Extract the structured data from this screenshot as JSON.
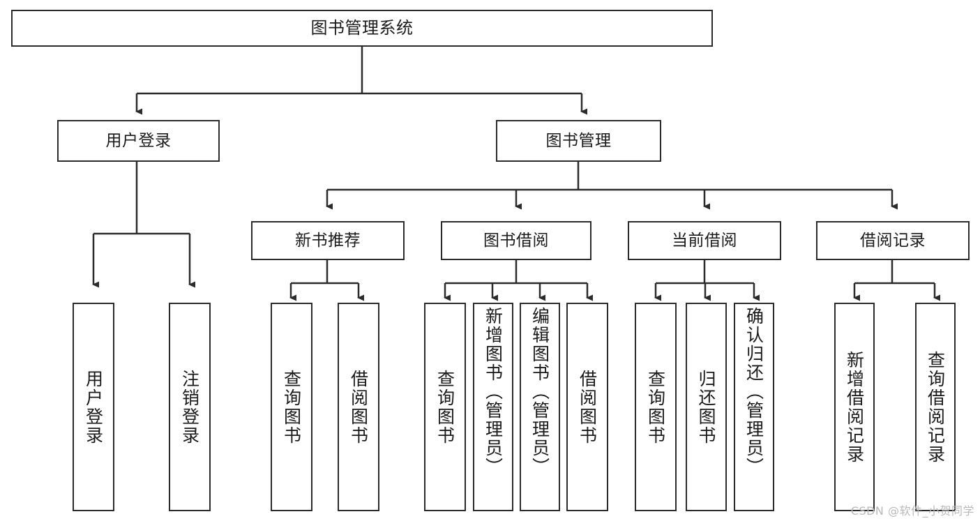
{
  "diagram": {
    "title": "图书管理系统",
    "watermark": "CSDN @软件_小贺同学",
    "root": {
      "label": "图书管理系统"
    },
    "level1": [
      {
        "label": "用户登录"
      },
      {
        "label": "图书管理"
      }
    ],
    "level2": [
      {
        "label": "新书推荐"
      },
      {
        "label": "图书借阅"
      },
      {
        "label": "当前借阅"
      },
      {
        "label": "借阅记录"
      }
    ],
    "leaves": {
      "user_login": [
        {
          "label": "用户登录"
        },
        {
          "label": "注销登录"
        }
      ],
      "new_book_recommend": [
        {
          "label": "查询图书"
        },
        {
          "label": "借阅图书"
        }
      ],
      "book_borrow": [
        {
          "label": "查询图书"
        },
        {
          "label": "新增图书（管理员）"
        },
        {
          "label": "编辑图书（管理员）"
        },
        {
          "label": "借阅图书"
        }
      ],
      "current_borrow": [
        {
          "label": "查询图书"
        },
        {
          "label": "归还图书"
        },
        {
          "label": "确认归还（管理员）"
        }
      ],
      "borrow_record": [
        {
          "label": "新增借阅记录"
        },
        {
          "label": "查询借阅记录"
        }
      ]
    },
    "colors": {
      "stroke": "#2b2b2b",
      "fill": "#ffffff",
      "text": "#1a1a1a",
      "watermark": "#b9b9b9"
    }
  },
  "chart_data": {
    "type": "table",
    "title": "图书管理系统 功能结构图",
    "nodes": [
      {
        "id": "root",
        "label": "图书管理系统",
        "level": 0,
        "parent": null
      },
      {
        "id": "l1-0",
        "label": "用户登录",
        "level": 1,
        "parent": "root"
      },
      {
        "id": "l1-1",
        "label": "图书管理",
        "level": 1,
        "parent": "root"
      },
      {
        "id": "l2-0",
        "label": "新书推荐",
        "level": 2,
        "parent": "l1-1"
      },
      {
        "id": "l2-1",
        "label": "图书借阅",
        "level": 2,
        "parent": "l1-1"
      },
      {
        "id": "l2-2",
        "label": "当前借阅",
        "level": 2,
        "parent": "l1-1"
      },
      {
        "id": "l2-3",
        "label": "借阅记录",
        "level": 2,
        "parent": "l1-1"
      },
      {
        "id": "l3-0",
        "label": "用户登录",
        "level": 3,
        "parent": "l1-0"
      },
      {
        "id": "l3-1",
        "label": "注销登录",
        "level": 3,
        "parent": "l1-0"
      },
      {
        "id": "l3-2",
        "label": "查询图书",
        "level": 3,
        "parent": "l2-0"
      },
      {
        "id": "l3-3",
        "label": "借阅图书",
        "level": 3,
        "parent": "l2-0"
      },
      {
        "id": "l3-4",
        "label": "查询图书",
        "level": 3,
        "parent": "l2-1"
      },
      {
        "id": "l3-5",
        "label": "新增图书（管理员）",
        "level": 3,
        "parent": "l2-1"
      },
      {
        "id": "l3-6",
        "label": "编辑图书（管理员）",
        "level": 3,
        "parent": "l2-1"
      },
      {
        "id": "l3-7",
        "label": "借阅图书",
        "level": 3,
        "parent": "l2-1"
      },
      {
        "id": "l3-8",
        "label": "查询图书",
        "level": 3,
        "parent": "l2-2"
      },
      {
        "id": "l3-9",
        "label": "归还图书",
        "level": 3,
        "parent": "l2-2"
      },
      {
        "id": "l3-10",
        "label": "确认归还（管理员）",
        "level": 3,
        "parent": "l2-2"
      },
      {
        "id": "l3-11",
        "label": "新增借阅记录",
        "level": 3,
        "parent": "l2-3"
      },
      {
        "id": "l3-12",
        "label": "查询借阅记录",
        "level": 3,
        "parent": "l2-3"
      }
    ]
  }
}
